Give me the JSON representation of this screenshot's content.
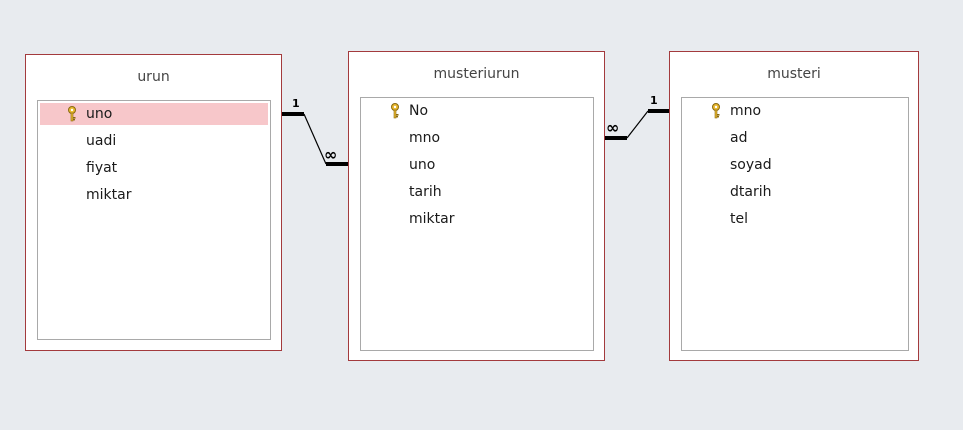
{
  "tables": [
    {
      "title": "urun",
      "fields": [
        {
          "name": "uno",
          "key": true,
          "selected": true
        },
        {
          "name": "uadi",
          "key": false,
          "selected": false
        },
        {
          "name": "fiyat",
          "key": false,
          "selected": false
        },
        {
          "name": "miktar",
          "key": false,
          "selected": false
        }
      ]
    },
    {
      "title": "musteriurun",
      "fields": [
        {
          "name": "No",
          "key": true,
          "selected": false
        },
        {
          "name": "mno",
          "key": false,
          "selected": false
        },
        {
          "name": "uno",
          "key": false,
          "selected": false
        },
        {
          "name": "tarih",
          "key": false,
          "selected": false
        },
        {
          "name": "miktar",
          "key": false,
          "selected": false
        }
      ]
    },
    {
      "title": "musteri",
      "fields": [
        {
          "name": "mno",
          "key": true,
          "selected": false
        },
        {
          "name": "ad",
          "key": false,
          "selected": false
        },
        {
          "name": "soyad",
          "key": false,
          "selected": false
        },
        {
          "name": "dtarih",
          "key": false,
          "selected": false
        },
        {
          "name": "tel",
          "key": false,
          "selected": false
        }
      ]
    }
  ],
  "relationships": [
    {
      "one_label": "1",
      "many_label": "∞"
    },
    {
      "one_label": "1",
      "many_label": "∞"
    }
  ],
  "colors": {
    "background": "#e8ebef",
    "table_border": "#a33a3d",
    "list_border": "#a9a9a9",
    "selected_row": "#f7c7ca",
    "key_icon": "#d9a520",
    "line": "#000000"
  }
}
